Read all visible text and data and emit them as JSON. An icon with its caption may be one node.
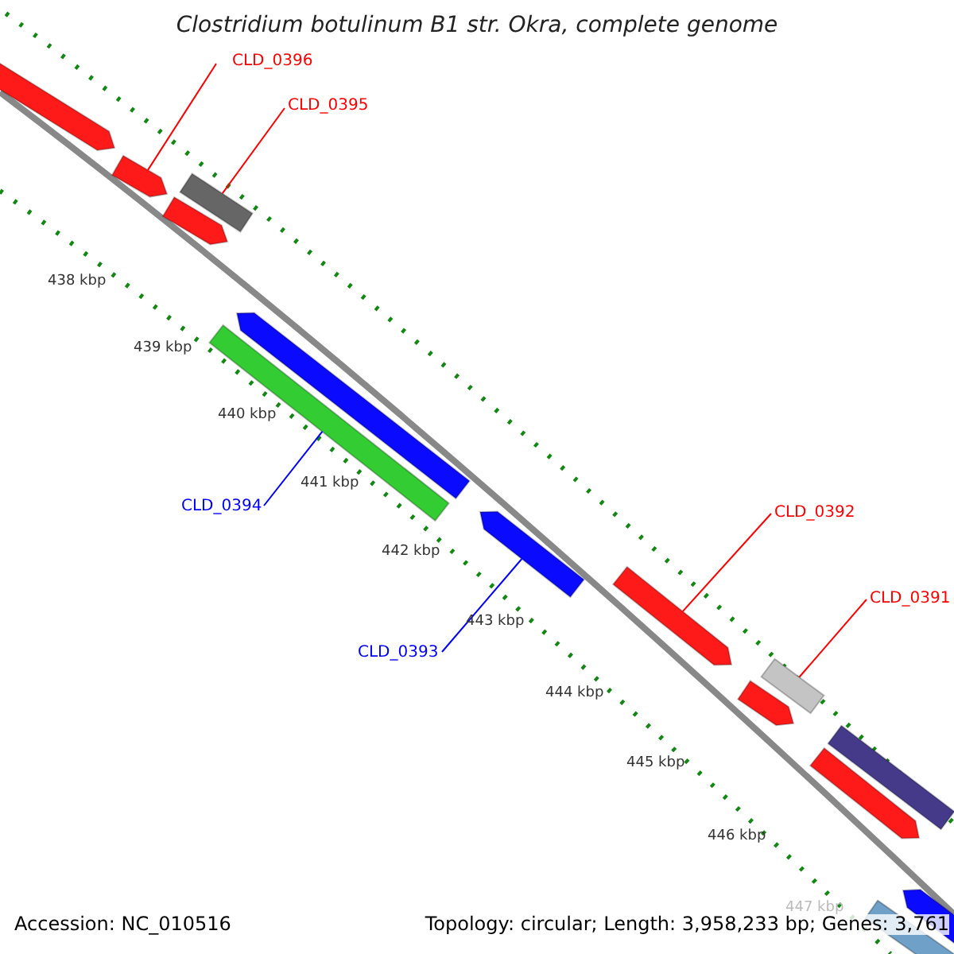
{
  "diagram": {
    "title": "Clostridium botulinum B1 str. Okra, complete genome",
    "nodes": [
      {
        "text": [
          "CLD_0396"
        ]
      },
      {
        "text": [
          "CLD_0395"
        ]
      },
      {
        "text": [
          "CLD_0394"
        ]
      },
      {
        "text": [
          "CLD_0393"
        ]
      },
      {
        "text": [
          "CLD_0392"
        ]
      },
      {
        "text": [
          "CLD_0391"
        ]
      },
      {
        "text": [],
        "shape": "bar"
      },
      {
        "text": [],
        "shape": "bar"
      },
      {
        "text": [],
        "shape": "bar"
      },
      {
        "text": [],
        "shape": "bar"
      },
      {
        "text": [],
        "shape": "bar"
      },
      {
        "text": [],
        "shape": "bar"
      },
      {
        "text": [],
        "shape": "bar"
      },
      {
        "text": [],
        "shape": "bar"
      },
      {
        "text": [],
        "shape": "bar"
      },
      {
        "text": [],
        "shape": "bar"
      },
      {
        "text": [],
        "shape": "bar"
      },
      {
        "text": [],
        "shape": "bar"
      },
      {
        "text": [],
        "shape": "bar"
      },
      {
        "text": [],
        "shape": "bar"
      }
    ],
    "edges": [
      {
        "from": 0,
        "to": 7,
        "arrow": "none"
      },
      {
        "from": 1,
        "to": 8,
        "arrow": "none"
      },
      {
        "from": 2,
        "to": 10,
        "arrow": "none",
        "color": "#0000ff"
      },
      {
        "from": 3,
        "to": 12,
        "arrow": "none",
        "color": "#0000ff"
      },
      {
        "from": 4,
        "to": 13,
        "arrow": "none"
      },
      {
        "from": 5,
        "to": 14,
        "arrow": "none"
      }
    ],
    "labels": [
      "438 kbp",
      "439 kbp",
      "440 kbp",
      "441 kbp",
      "442 kbp",
      "443 kbp",
      "444 kbp",
      "445 kbp",
      "446 kbp",
      "447 kbp",
      "Accession: NC_010516",
      "Topology: circular; Length: 3,958,233 bp; Genes: 3,761"
    ]
  }
}
